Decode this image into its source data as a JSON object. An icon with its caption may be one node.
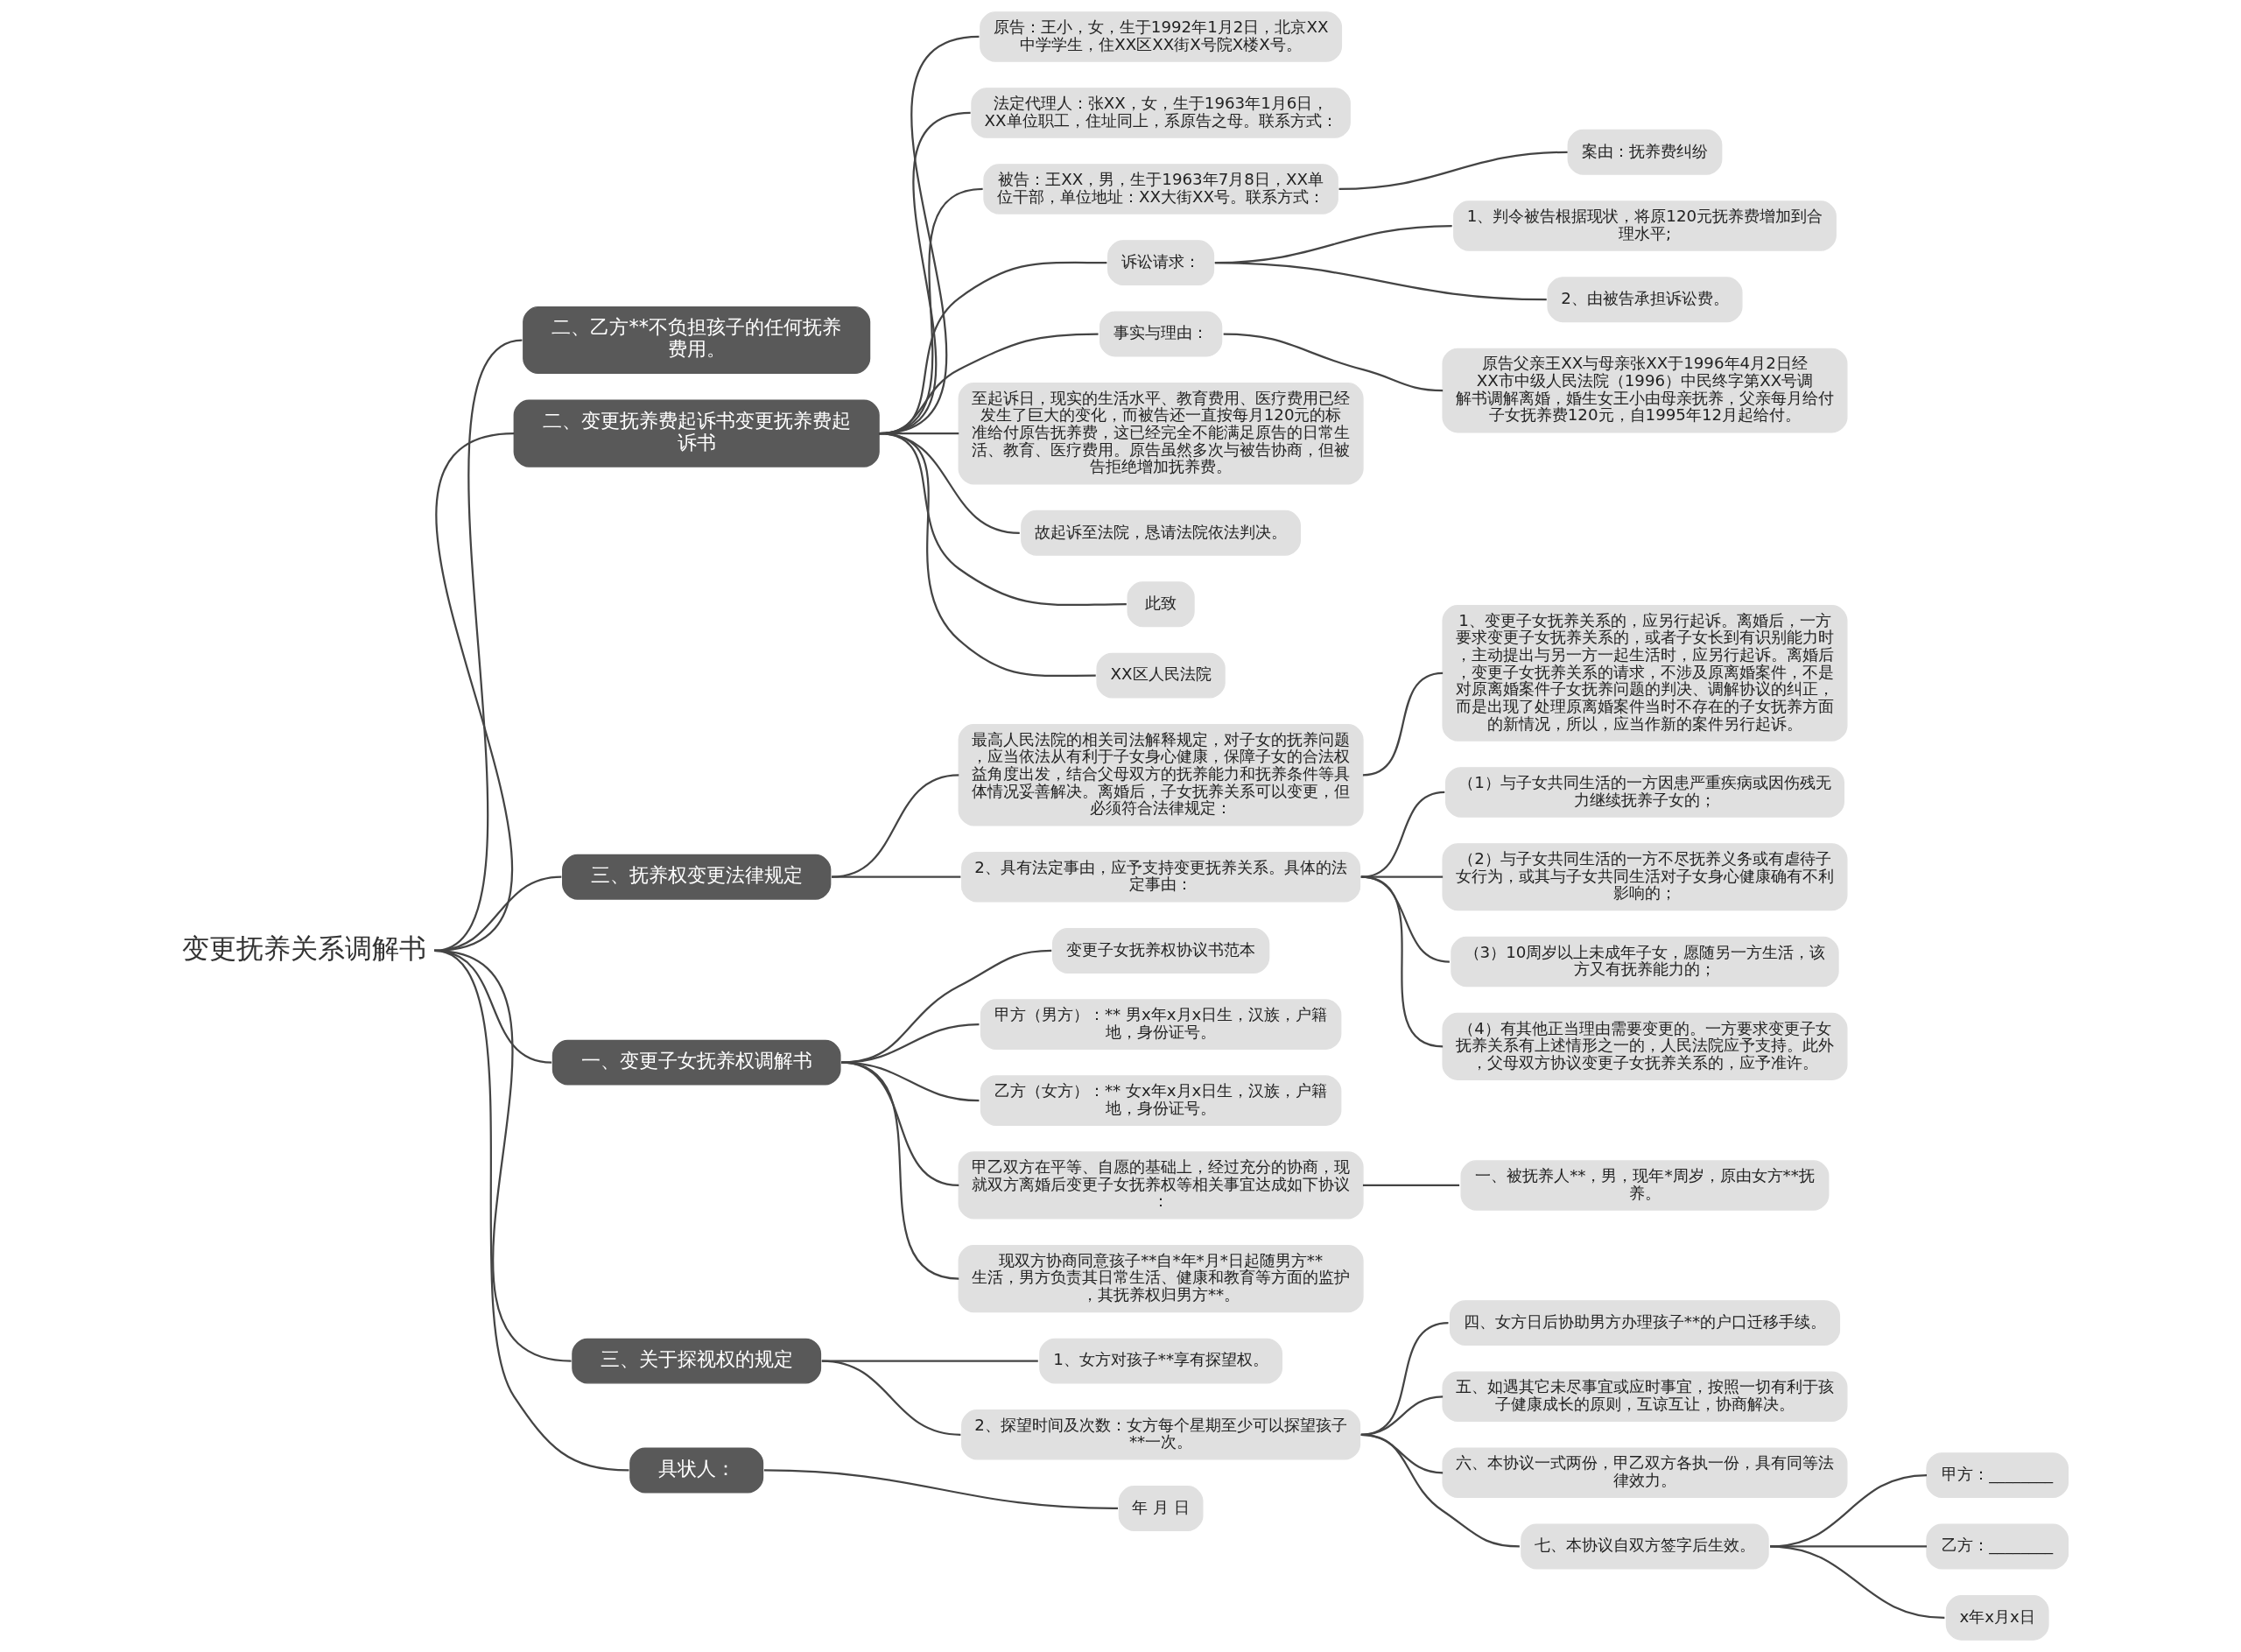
{
  "diagram": {
    "nodes": [
      {
        "text": [
          "变更抚养关系调解书"
        ]
      },
      {
        "text": [
          "二、乙方**不负担孩子的任何抚养费用。"
        ]
      },
      {
        "text": [
          "二、变更抚养费起诉书变更抚养费起诉书"
        ]
      },
      {
        "text": [
          "原告：王小，女，生于1992年1月2日，北京XX中学学生，住XX区XX街X号院X楼X号。"
        ]
      },
      {
        "text": [
          "法定代理人：张XX，女，生于1963年1月6日，XX单位职工，住址同上，系原告之母。联系方式："
        ]
      },
      {
        "text": [
          "被告：王XX，男，生于1963年7月8日，XX单位干部，单位地址：XX大街XX号。联系方式："
        ]
      },
      {
        "text": [
          "案由：抚养费纠纷"
        ]
      },
      {
        "text": [
          "诉讼请求："
        ]
      },
      {
        "text": [
          "1、判令被告根据现状，将原120元抚养费增加到合理水平;"
        ]
      },
      {
        "text": [
          "2、由被告承担诉讼费。"
        ]
      },
      {
        "text": [
          "事实与理由："
        ]
      },
      {
        "text": [
          "原告父亲王XX与母亲张XX于1996年4月2日经XX市中级人民法院（1996）中民终字第XX号调解书调解离婚，婚生女王小由母亲抚养，父亲每月给付子女抚养费120元，自1995年12月起给付。"
        ]
      },
      {
        "text": [
          "至起诉日，现实的生活水平、教育费用、医疗费用已经发生了巨大的变化，而被告还一直按每月120元的标准给付原告抚养费，这已经完全不能满足原告的日常生活、教育、医疗费用。原告虽然多次与被告协商，但被告拒绝增加抚养费。"
        ]
      },
      {
        "text": [
          "故起诉至法院，恳请法院依法判决。"
        ]
      },
      {
        "text": [
          "此致"
        ]
      },
      {
        "text": [
          "XX区人民法院"
        ]
      },
      {
        "text": [
          "三、抚养权变更法律规定"
        ]
      },
      {
        "text": [
          "最高人民法院的相关司法解释规定，对子女的抚养问题，应当依法从有利于子女身心健康，保障子女的合法权益角度出发，结合父母双方的抚养能力和抚养条件等具体情况妥善解决。离婚后，子女抚养关系可以变更，但必须符合法律规定："
        ]
      },
      {
        "text": [
          "1、变更子女抚养关系的，应另行起诉。离婚后，一方要求变更子女抚养关系的，或者子女长到有识别能力时，主动提出与另一方一起生活时，应另行起诉。离婚后，变更子女抚养关系的请求，不涉及原离婚案件，不是对原离婚案件子女抚养问题的判决、调解协议的纠正，而是出现了处理原离婚案件当时不存在的子女抚养方面的新情况，所以，应当作新的案件另行起诉。"
        ]
      },
      {
        "text": [
          "2、具有法定事由，应予支持变更抚养关系。具体的法定事由："
        ]
      },
      {
        "text": [
          "（1）与子女共同生活的一方因患严重疾病或因伤残无力继续抚养子女的；"
        ]
      },
      {
        "text": [
          "（2）与子女共同生活的一方不尽抚养义务或有虐待子女行为，或其与子女共同生活对子女身心健康确有不利影响的；"
        ]
      },
      {
        "text": [
          "（3）10周岁以上未成年子女，愿随另一方生活，该方又有抚养能力的；"
        ]
      },
      {
        "text": [
          "（4）有其他正当理由需要变更的。一方要求变更子女抚养关系有上述情形之一的，人民法院应予支持。此外，父母双方协议变更子女抚养关系的，应予准许。"
        ]
      },
      {
        "text": [
          "一、变更子女抚养权调解书"
        ]
      },
      {
        "text": [
          "变更子女抚养权协议书范本"
        ]
      },
      {
        "text": [
          "甲方（男方）：** 男x年x月x日生，汉族，户籍地，身份证号。"
        ]
      },
      {
        "text": [
          "乙方（女方）：** 女x年x月x日生，汉族，户籍地，身份证号。"
        ]
      },
      {
        "text": [
          "甲乙双方在平等、自愿的基础上，经过充分的协商，现就双方离婚后变更子女抚养权等相关事宜达成如下协议："
        ]
      },
      {
        "text": [
          "一、被抚养人**，男，现年*周岁，原由女方**抚养。"
        ]
      },
      {
        "text": [
          "现双方协商同意孩子**自*年*月*日起随男方**生活，男方负责其日常生活、健康和教育等方面的监护，其抚养权归男方**。"
        ]
      },
      {
        "text": [
          "三、关于探视权的规定"
        ]
      },
      {
        "text": [
          "1、女方对孩子**享有探望权。"
        ]
      },
      {
        "text": [
          "2、探望时间及次数：女方每个星期至少可以探望孩子**一次。"
        ]
      },
      {
        "text": [
          "四、女方日后协助男方办理孩子**的户口迁移手续。"
        ]
      },
      {
        "text": [
          "五、如遇其它未尽事宜或应时事宜，按照一切有利于孩子健康成长的原则，互谅互让，协商解决。"
        ]
      },
      {
        "text": [
          "六、本协议一式两份，甲乙双方各执一份，具有同等法律效力。"
        ]
      },
      {
        "text": [
          "七、本协议自双方签字后生效。"
        ]
      },
      {
        "text": [
          "甲方：________"
        ]
      },
      {
        "text": [
          "乙方：________"
        ]
      },
      {
        "text": [
          "x年x月x日"
        ]
      },
      {
        "text": [
          "具状人："
        ]
      },
      {
        "text": [
          "年 月 日"
        ]
      }
    ],
    "edges": [
      {
        "from": 0,
        "to": 1,
        "arrow": "none"
      },
      {
        "from": 0,
        "to": 2,
        "arrow": "none"
      },
      {
        "from": 2,
        "to": 3,
        "arrow": "none"
      },
      {
        "from": 2,
        "to": 4,
        "arrow": "none"
      },
      {
        "from": 2,
        "to": 5,
        "arrow": "none"
      },
      {
        "from": 5,
        "to": 6,
        "arrow": "none"
      },
      {
        "from": 2,
        "to": 7,
        "arrow": "none"
      },
      {
        "from": 7,
        "to": 8,
        "arrow": "none"
      },
      {
        "from": 7,
        "to": 9,
        "arrow": "none"
      },
      {
        "from": 2,
        "to": 10,
        "arrow": "none"
      },
      {
        "from": 10,
        "to": 11,
        "arrow": "none"
      },
      {
        "from": 2,
        "to": 12,
        "arrow": "none"
      },
      {
        "from": 2,
        "to": 13,
        "arrow": "none"
      },
      {
        "from": 2,
        "to": 14,
        "arrow": "none"
      },
      {
        "from": 2,
        "to": 15,
        "arrow": "none"
      },
      {
        "from": 0,
        "to": 16,
        "arrow": "none"
      },
      {
        "from": 16,
        "to": 17,
        "arrow": "none"
      },
      {
        "from": 17,
        "to": 18,
        "arrow": "none"
      },
      {
        "from": 16,
        "to": 19,
        "arrow": "none"
      },
      {
        "from": 19,
        "to": 20,
        "arrow": "none"
      },
      {
        "from": 19,
        "to": 21,
        "arrow": "none"
      },
      {
        "from": 19,
        "to": 22,
        "arrow": "none"
      },
      {
        "from": 19,
        "to": 23,
        "arrow": "none"
      },
      {
        "from": 0,
        "to": 24,
        "arrow": "none"
      },
      {
        "from": 24,
        "to": 25,
        "arrow": "none"
      },
      {
        "from": 24,
        "to": 26,
        "arrow": "none"
      },
      {
        "from": 24,
        "to": 27,
        "arrow": "none"
      },
      {
        "from": 24,
        "to": 28,
        "arrow": "none"
      },
      {
        "from": 28,
        "to": 29,
        "arrow": "none"
      },
      {
        "from": 24,
        "to": 30,
        "arrow": "none"
      },
      {
        "from": 0,
        "to": 31,
        "arrow": "none"
      },
      {
        "from": 31,
        "to": 32,
        "arrow": "none"
      },
      {
        "from": 31,
        "to": 33,
        "arrow": "none"
      },
      {
        "from": 33,
        "to": 34,
        "arrow": "none"
      },
      {
        "from": 33,
        "to": 35,
        "arrow": "none"
      },
      {
        "from": 33,
        "to": 36,
        "arrow": "none"
      },
      {
        "from": 33,
        "to": 37,
        "arrow": "none"
      },
      {
        "from": 37,
        "to": 38,
        "arrow": "none"
      },
      {
        "from": 37,
        "to": 39,
        "arrow": "none"
      },
      {
        "from": 37,
        "to": 40,
        "arrow": "none"
      },
      {
        "from": 0,
        "to": 41,
        "arrow": "none"
      },
      {
        "from": 41,
        "to": 42,
        "arrow": "none"
      }
    ]
  }
}
